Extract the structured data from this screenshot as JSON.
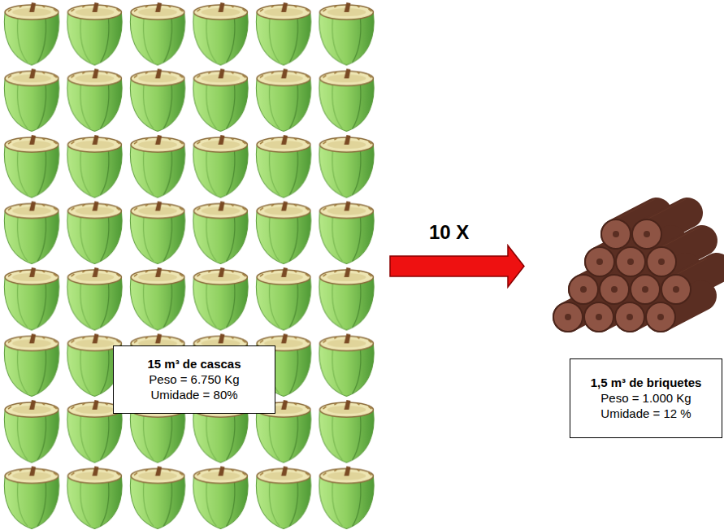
{
  "diagram": {
    "nodes": [
      {
        "text": [
          "15 m³ de cascas",
          "Peso = 6.750 Kg",
          "Umidade = 80%"
        ]
      },
      {
        "text": [
          "1,5 m³ de briquetes",
          "Peso = 1.000 Kg",
          "Umidade = 12 %"
        ]
      }
    ],
    "labels": [
      "10 X"
    ]
  }
}
